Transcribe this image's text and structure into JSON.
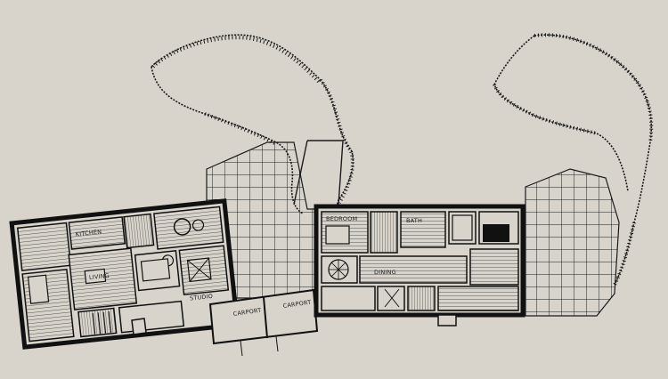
{
  "drawing": {
    "ink_color": "#1b1b1b",
    "paper_color": "#d8d4cb",
    "labels": {
      "carport_left": "CARPORT",
      "carport_right": "CARPORT",
      "room_a": "KITCHEN",
      "room_b": "LIVING",
      "room_c": "STUDIO",
      "room_d": "BEDROOM",
      "room_e": "BATH",
      "room_f": "DINING"
    }
  }
}
